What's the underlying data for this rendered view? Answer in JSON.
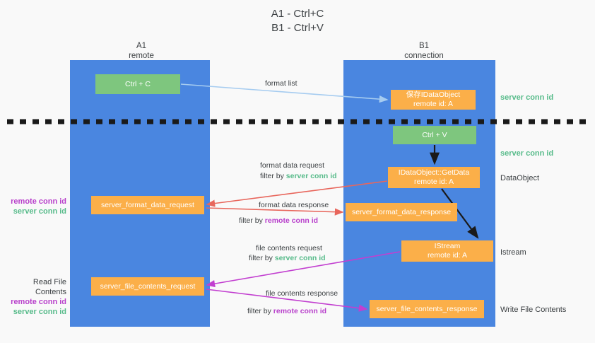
{
  "title": {
    "line1": "A1 - Ctrl+C",
    "line2": "B1 - Ctrl+V"
  },
  "columns": {
    "left": {
      "name": "A1",
      "role": "remote"
    },
    "right": {
      "name": "B1",
      "role": "connection"
    }
  },
  "boxes": {
    "ctrl_c": "Ctrl + C",
    "ctrl_v": "Ctrl + V",
    "save_idataobject_line1": "保存IDataObject",
    "save_idataobject_line2": "remote id: A",
    "getdata_line1": "IDataObject::GetData",
    "getdata_line2": "remote id: A",
    "istream_line1": "IStream",
    "istream_line2": "remote id: A",
    "server_format_data_request": "server_format_data_request",
    "server_format_data_response": "server_format_data_response",
    "server_file_contents_request": "server_file_contents_request",
    "server_file_contents_response": "server_file_contents_response"
  },
  "right_annotations": {
    "server_conn_id_top": "server conn id",
    "server_conn_id_mid": "server conn id",
    "dataobject": "DataObject",
    "istream": "Istream",
    "write_file_contents": "Write File Contents"
  },
  "left_annotations": {
    "read_file_contents": "Read File Contents",
    "remote_conn_id": "remote conn id",
    "server_conn_id": "server conn id"
  },
  "arrow_labels": {
    "format_list": "format list",
    "format_data_request": "format data request",
    "filter_by": "filter by",
    "server_conn_id": "server conn id",
    "remote_conn_id": "remote conn id",
    "format_data_response": "format data response",
    "file_contents_request": "file contents request",
    "file_contents_response": "file contents response"
  },
  "colors": {
    "lane_blue": "#4a86e0",
    "box_green": "#7ec67e",
    "box_orange": "#fbaf49",
    "accent_green_text": "#57bb8a",
    "accent_purple_text": "#b83fcb",
    "arrow_lightblue": "#a6ccf0",
    "arrow_red": "#e8665c",
    "arrow_magenta": "#c23fd0",
    "arrow_black": "#1a1a1a",
    "background": "#f9f9f9"
  }
}
